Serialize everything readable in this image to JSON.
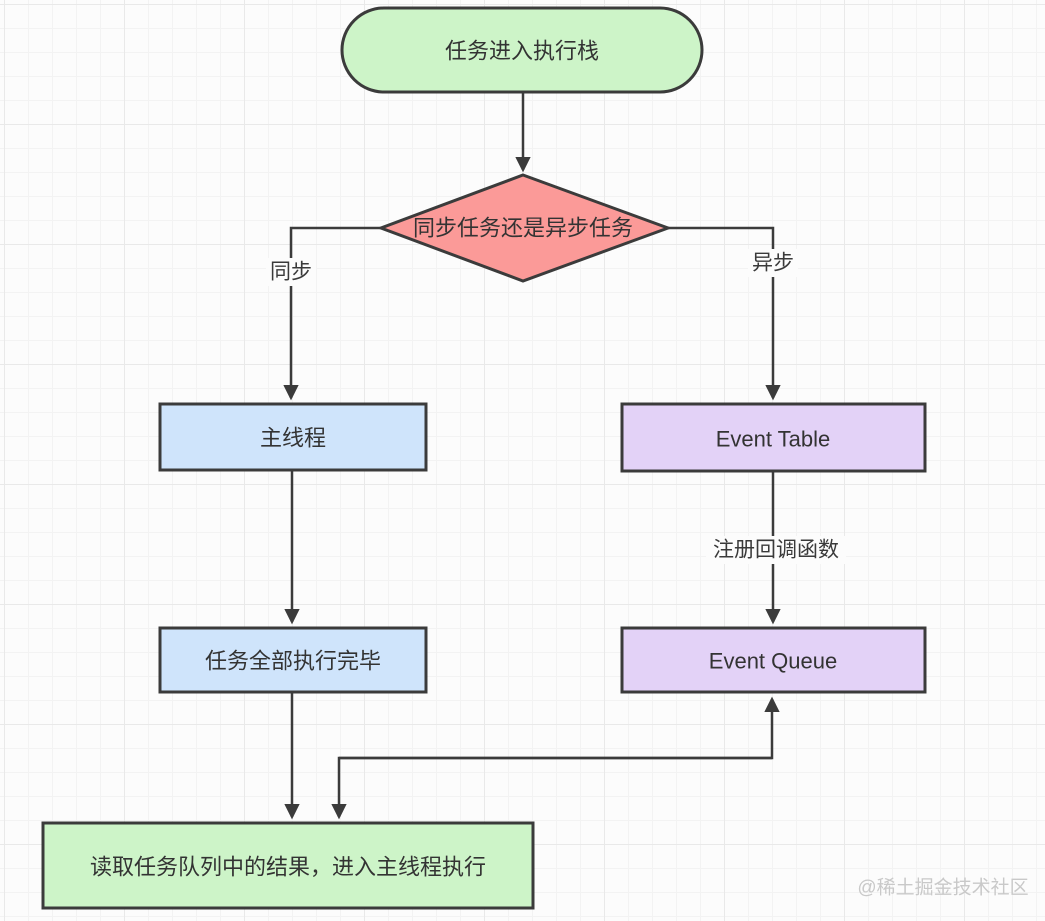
{
  "diagram": {
    "nodes": {
      "start": {
        "label": "任务进入执行栈",
        "shape": "rounded-pill",
        "color_key": "green"
      },
      "decision": {
        "label": "同步任务还是异步任务",
        "shape": "diamond",
        "color_key": "red"
      },
      "main_thread": {
        "label": "主线程",
        "shape": "rect",
        "color_key": "blue"
      },
      "event_table": {
        "label": "Event Table",
        "shape": "rect",
        "color_key": "purple"
      },
      "tasks_done": {
        "label": "任务全部执行完毕",
        "shape": "rect",
        "color_key": "blue"
      },
      "event_queue": {
        "label": "Event Queue",
        "shape": "rect",
        "color_key": "purple"
      },
      "read_queue": {
        "label": "读取任务队列中的结果，进入主线程执行",
        "shape": "rect",
        "color_key": "green"
      }
    },
    "edge_labels": {
      "sync": "同步",
      "async": "异步",
      "register_callback": "注册回调函数"
    },
    "colors": {
      "green": "#cdf4c8",
      "red": "#fb9a98",
      "blue": "#cfe4fb",
      "purple": "#e3d2f7",
      "stroke": "#3b3b3b",
      "text": "#333333",
      "watermark": "#c9c9c9"
    },
    "watermark": "@稀土掘金技术社区"
  }
}
